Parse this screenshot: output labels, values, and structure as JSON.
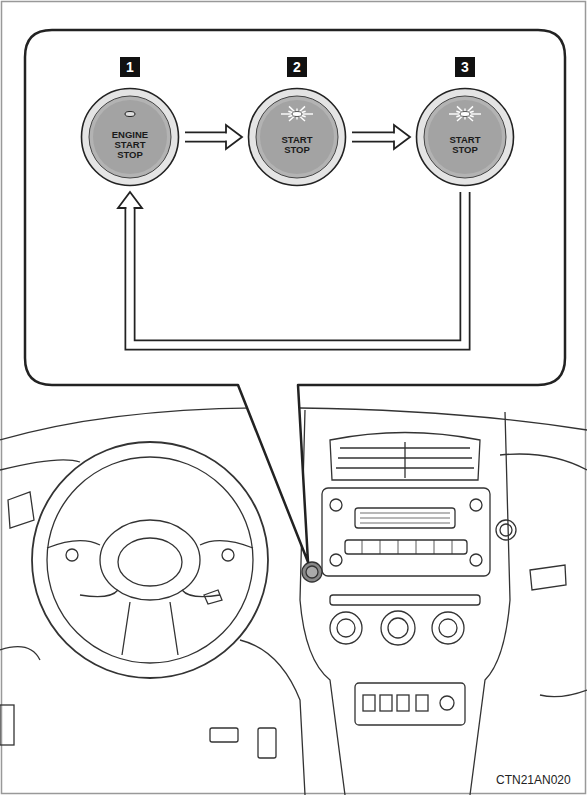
{
  "diagram": {
    "nodes": [
      {
        "text": [
          "ENGINE START STOP"
        ]
      },
      {
        "text": [
          "START STOP"
        ]
      },
      {
        "text": [
          "START STOP"
        ]
      }
    ],
    "edges": [
      {
        "from": 0,
        "to": 1,
        "arrow": "to"
      },
      {
        "from": 1,
        "to": 2,
        "arrow": "to"
      },
      {
        "from": 2,
        "to": 0,
        "arrow": "to"
      }
    ],
    "labels": [
      "1",
      "2",
      "3",
      "CTN21AN020"
    ]
  }
}
